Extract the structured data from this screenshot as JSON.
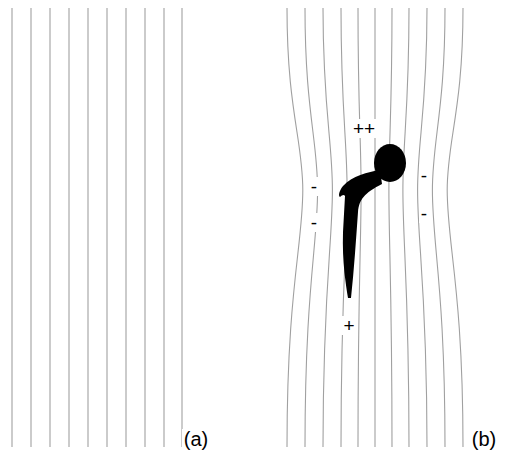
{
  "diagram": {
    "labels": [
      "++",
      "-",
      "-",
      "-",
      "-",
      "+",
      "(a)",
      "(b)"
    ]
  }
}
